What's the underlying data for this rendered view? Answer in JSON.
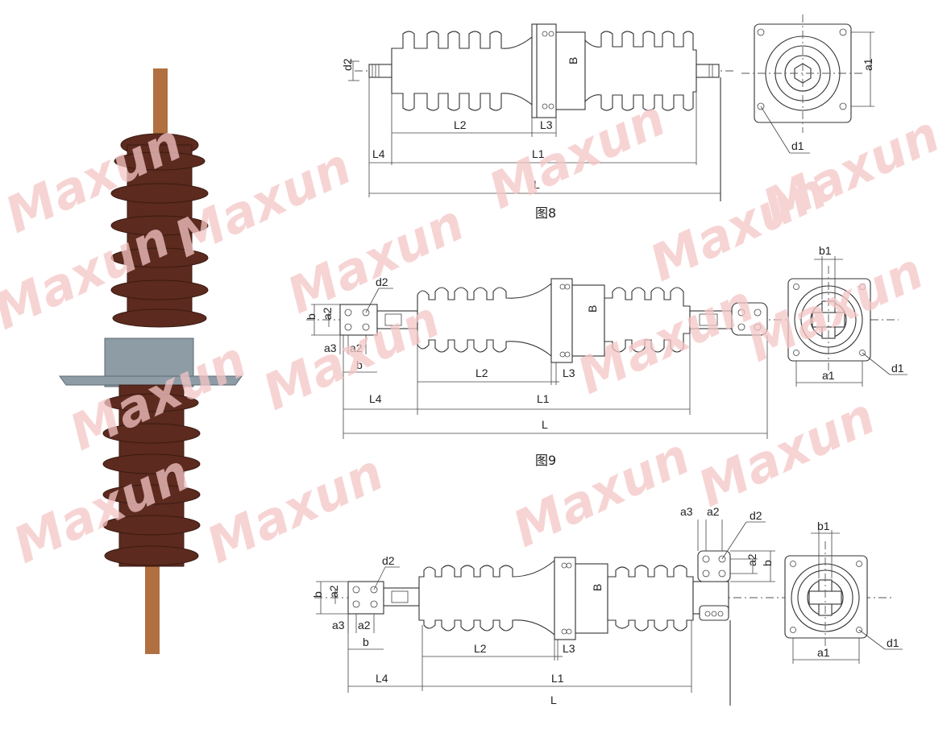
{
  "watermark": {
    "text": "Maxun",
    "color": "#f4c6c6"
  },
  "photo": {
    "name": "insulator bushing photo",
    "porcelain_color": "#5a2a20",
    "flange_color": "#8d9aa3",
    "rod_color": "#a96a3a"
  },
  "fig8": {
    "caption": "图8",
    "labels": {
      "L": "L",
      "L1": "L1",
      "L2": "L2",
      "L3": "L3",
      "L4": "L4",
      "d2": "d2",
      "B": "B",
      "a1": "a1",
      "d1": "d1"
    }
  },
  "fig9": {
    "caption": "图9",
    "labels": {
      "L": "L",
      "L1": "L1",
      "L2": "L2",
      "L3": "L3",
      "L4": "L4",
      "d2": "d2",
      "B": "B",
      "b": "b",
      "a2": "a2",
      "a3": "a3",
      "b_bottom": "b",
      "a2_bottom": "a2",
      "a1": "a1",
      "b1": "b1",
      "d1": "d1"
    }
  },
  "fig10": {
    "labels": {
      "L": "L",
      "L1": "L1",
      "L2": "L2",
      "L3": "L3",
      "L4": "L4",
      "d2_left": "d2",
      "d2_right": "d2",
      "B": "B",
      "b_left": "b",
      "a2_left": "a2",
      "a3_left": "a3",
      "a2_left_bottom": "a2",
      "b_left_bottom": "b",
      "a3_right": "a3",
      "a2_right": "a2",
      "a2_right_side": "a2",
      "b_right": "b",
      "a1": "a1",
      "b1": "b1",
      "d1": "d1"
    }
  }
}
